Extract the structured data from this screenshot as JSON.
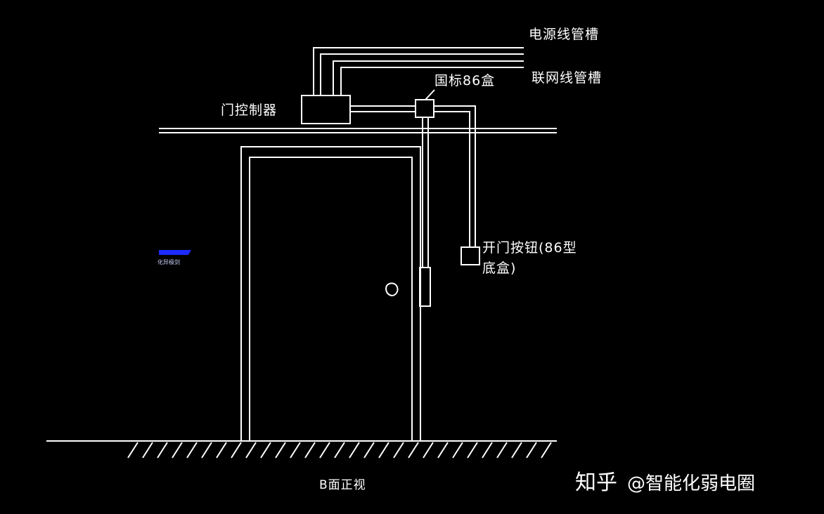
{
  "labels": {
    "power_conduit": "电源线管槽",
    "network_conduit": "联网线管槽",
    "junction_box": "国标86盒",
    "door_controller": "门控制器",
    "open_button_line1": "开门按钮(86型",
    "open_button_line2": "底盒)",
    "view_title": "B面正视",
    "blue_note": "化异极剑"
  },
  "watermark": {
    "site": "知乎",
    "author": "@智能化弱电圈"
  },
  "colors": {
    "background": "#000000",
    "lines": "#ffffff",
    "blue_mark": "#1e2bff"
  }
}
